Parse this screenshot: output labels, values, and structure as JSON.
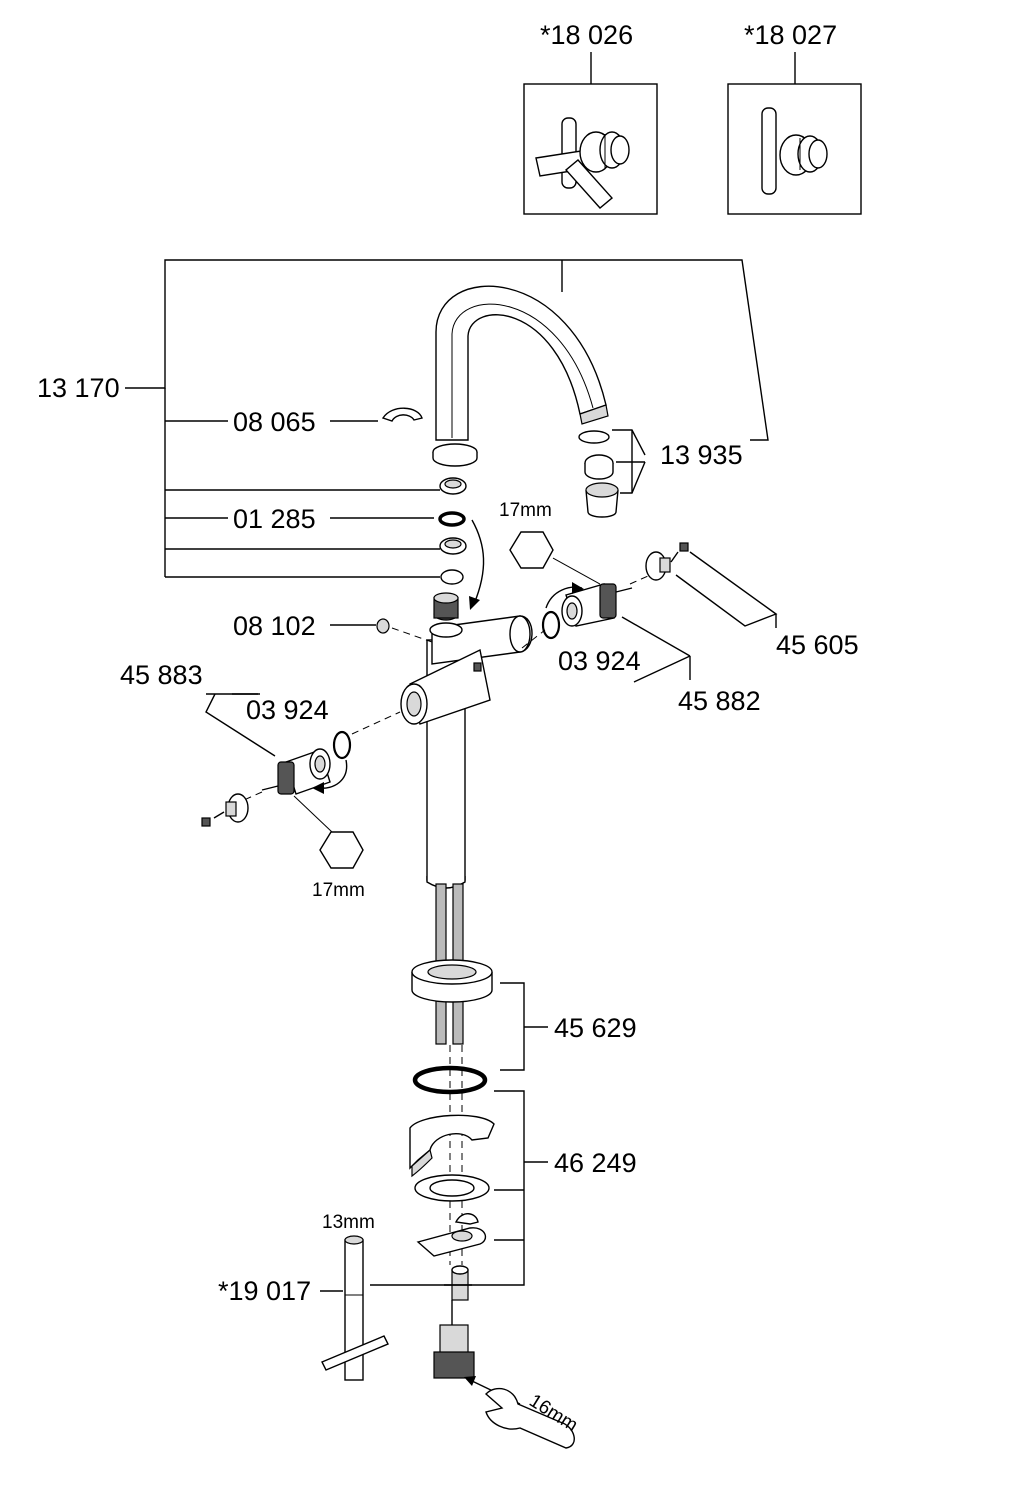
{
  "labels": {
    "handle_cross": "*18 026",
    "handle_lever": "*18 027",
    "spout_assembly": "13 170",
    "clip_08065": "08 065",
    "oring_01285": "01 285",
    "grub_screw_08102": "08 102",
    "aerator_13935": "13 935",
    "hex_top": "17mm",
    "cap_45605": "45 605",
    "oring_right": "03 924",
    "cartridge_right": "45 882",
    "cartridge_left": "45 883",
    "oring_left": "03 924",
    "hex_left": "17mm",
    "flange_45629": "45 629",
    "mounting_46249": "46 249",
    "tool_13mm": "13mm",
    "tool_19017": "*19 017",
    "spanner_16mm": "16mm"
  }
}
